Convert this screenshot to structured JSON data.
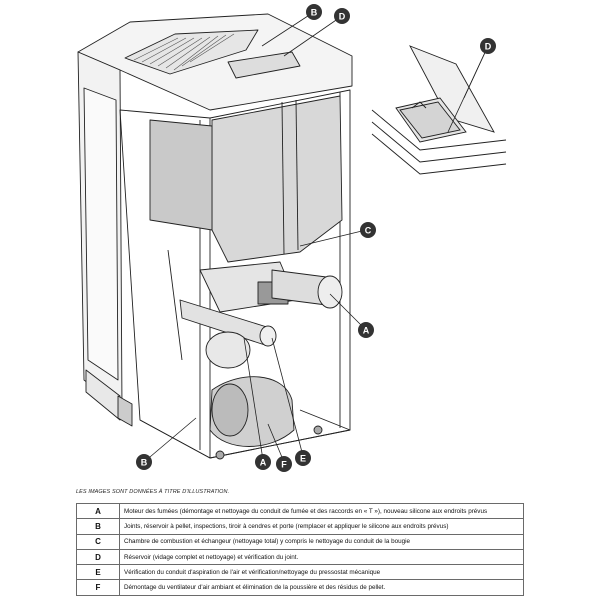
{
  "callout_letters": [
    "A",
    "B",
    "C",
    "D",
    "E",
    "F"
  ],
  "caption": "LES IMAGES SONT DONNÉES À TITRE D'ILLUSTRATION.",
  "legend": [
    {
      "key": "A",
      "text": "Moteur des fumées (démontage et nettoyage du conduit de fumée et des raccords en « T »), nouveau silicone aux endroits prévus"
    },
    {
      "key": "B",
      "text": "Joints, réservoir à pellet, inspections, tiroir à cendres et porte (remplacer et appliquer le silicone aux endroits prévus)"
    },
    {
      "key": "C",
      "text": "Chambre de combustion et échangeur (nettoyage total) y compris le nettoyage du conduit de la bougie"
    },
    {
      "key": "D",
      "text": "Réservoir (vidage complet et nettoyage) et vérification du joint."
    },
    {
      "key": "E",
      "text": "Vérification du conduit d'aspiration de l'air et vérification/nettoyage du pressostat mécanique"
    },
    {
      "key": "F",
      "text": "Démontage du ventilateur d'air ambiant et élimination de la poussière et des résidus de pellet."
    }
  ]
}
